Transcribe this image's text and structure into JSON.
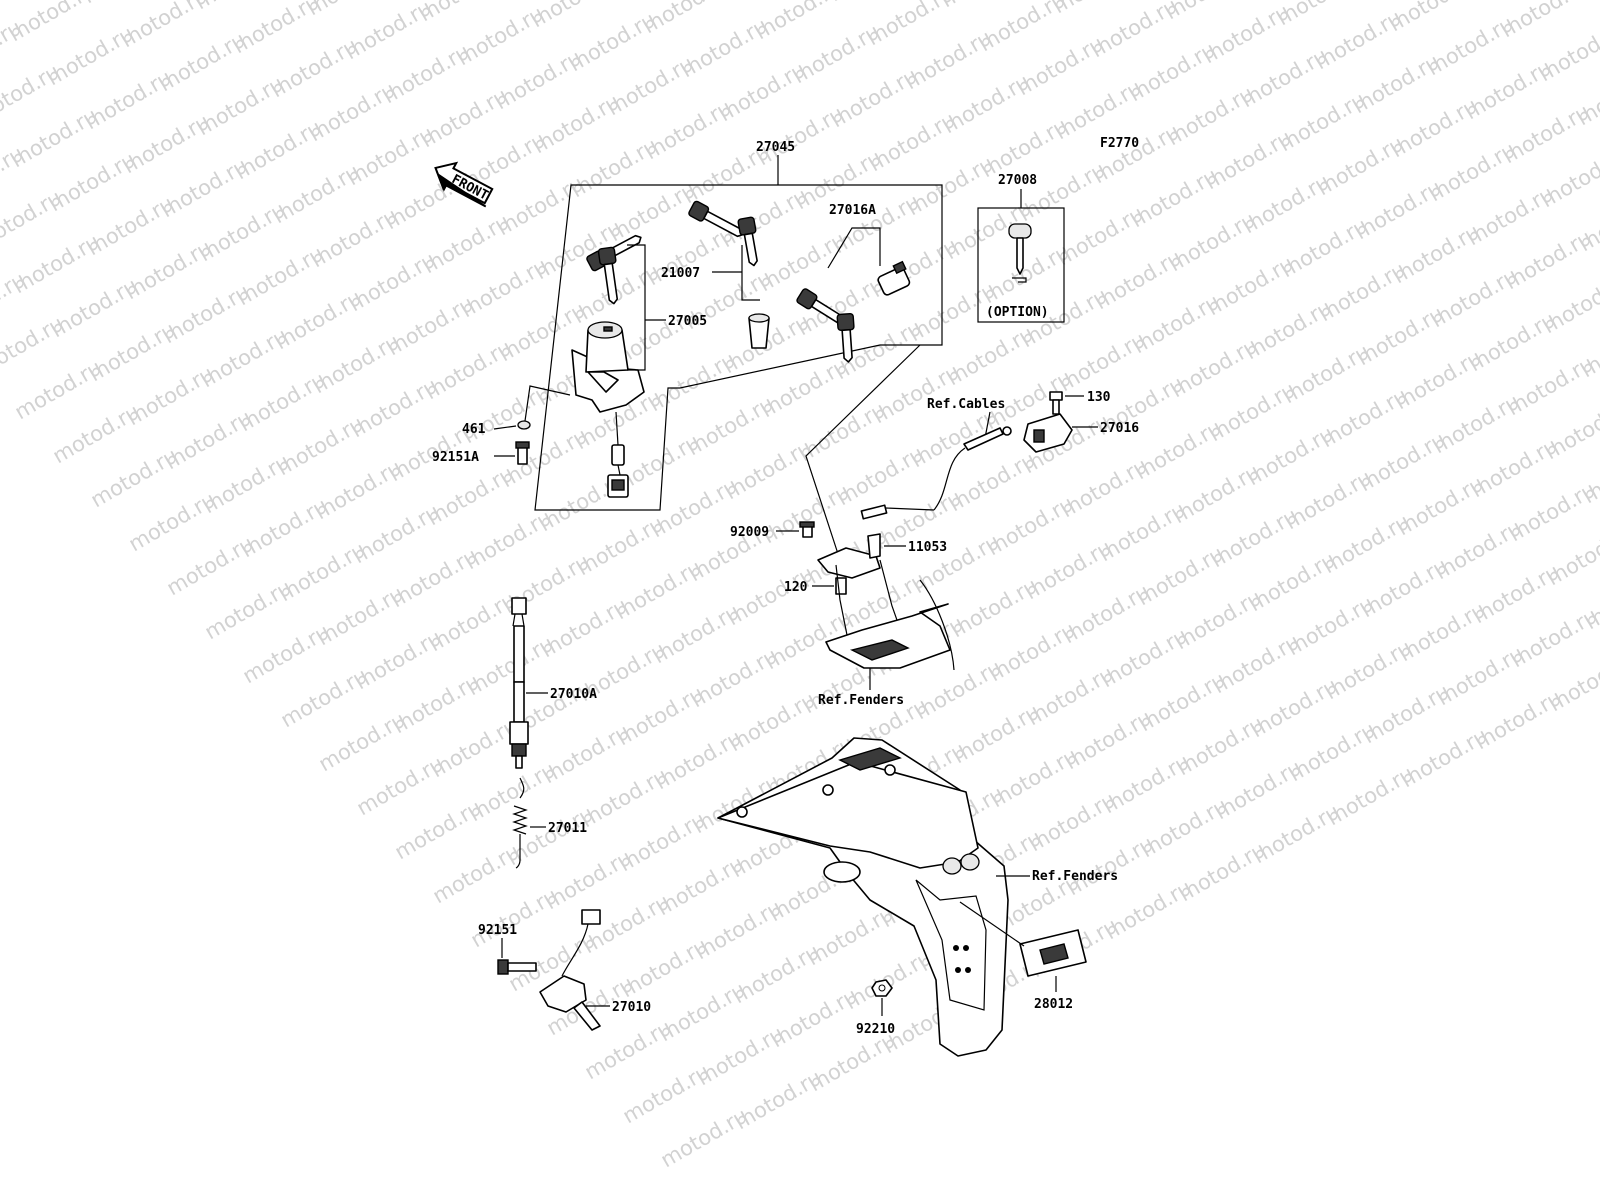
{
  "watermark": "motod.ru",
  "figure_code": "F2770",
  "front_arrow_label": "FRONT",
  "option_label": "(OPTION)",
  "parts": {
    "p27045": "27045",
    "p27008": "27008",
    "p27016A": "27016A",
    "p21007": "21007",
    "p27005": "27005",
    "p461": "461",
    "p92151A": "92151A",
    "p130": "130",
    "p27016": "27016",
    "p92009": "92009",
    "p11053": "11053",
    "p120": "120",
    "p27010A": "27010A",
    "p27011": "27011",
    "p92151": "92151",
    "p27010": "27010",
    "p92210": "92210",
    "p28012": "28012"
  },
  "references": {
    "cables": "Ref.Cables",
    "fenders_upper": "Ref.Fenders",
    "fenders_lower": "Ref.Fenders"
  }
}
